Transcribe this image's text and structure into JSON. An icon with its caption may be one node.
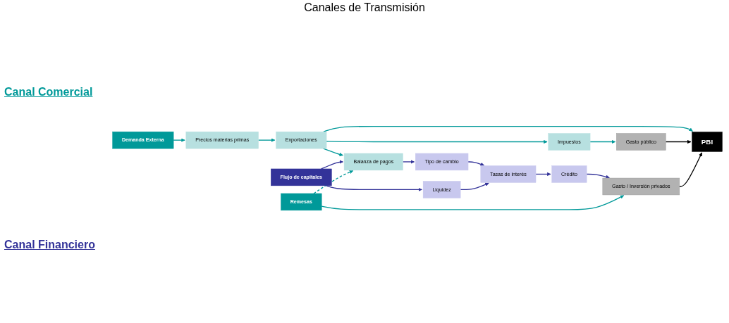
{
  "diagram": {
    "title": "Canales de Transmisión",
    "nodes": [
      {
        "text": [
          "Demanda Externa"
        ]
      },
      {
        "text": [
          "Precios materias primas"
        ]
      },
      {
        "text": [
          "Exportaciones"
        ]
      },
      {
        "text": [
          "Impuestos"
        ]
      },
      {
        "text": [
          "Gasto público"
        ]
      },
      {
        "text": [
          "PBI"
        ]
      },
      {
        "text": [
          "Balanza de pagos"
        ]
      },
      {
        "text": [
          "Flujo de capitales"
        ]
      },
      {
        "text": [
          "Tipo de cambio"
        ]
      },
      {
        "text": [
          "Liquidez"
        ]
      },
      {
        "text": [
          "Tasas de interés"
        ]
      },
      {
        "text": [
          "Crédito"
        ]
      },
      {
        "text": [
          "Gasto / Inversión privados"
        ]
      },
      {
        "text": [
          "Remesas"
        ]
      }
    ],
    "edges": [
      {
        "from": 0,
        "to": 1,
        "arrow": "to"
      },
      {
        "from": 1,
        "to": 2,
        "arrow": "to"
      },
      {
        "from": 2,
        "to": 3,
        "arrow": "to"
      },
      {
        "from": 2,
        "to": 5,
        "arrow": "to"
      },
      {
        "from": 2,
        "to": 6,
        "arrow": "to"
      },
      {
        "from": 3,
        "to": 4,
        "arrow": "to"
      },
      {
        "from": 4,
        "to": 5,
        "arrow": "to",
        "color": "#000000"
      },
      {
        "from": 7,
        "to": 6,
        "arrow": "to",
        "color": "#333399"
      },
      {
        "from": 7,
        "to": 9,
        "arrow": "to",
        "color": "#333399"
      },
      {
        "from": 6,
        "to": 8,
        "arrow": "to",
        "color": "#333399"
      },
      {
        "from": 8,
        "to": 10,
        "arrow": "to",
        "color": "#333399"
      },
      {
        "from": 9,
        "to": 10,
        "arrow": "to",
        "color": "#333399"
      },
      {
        "from": 10,
        "to": 11,
        "arrow": "to",
        "color": "#333399"
      },
      {
        "from": 11,
        "to": 12,
        "arrow": "to",
        "color": "#333399"
      },
      {
        "from": 12,
        "to": 5,
        "arrow": "to",
        "color": "#000000"
      },
      {
        "from": 13,
        "to": 6,
        "arrow": "to",
        "style": "dashed"
      },
      {
        "from": 13,
        "to": 12,
        "arrow": "to"
      }
    ],
    "labels": [
      "Canal Comercial",
      "Canal Financiero"
    ]
  }
}
